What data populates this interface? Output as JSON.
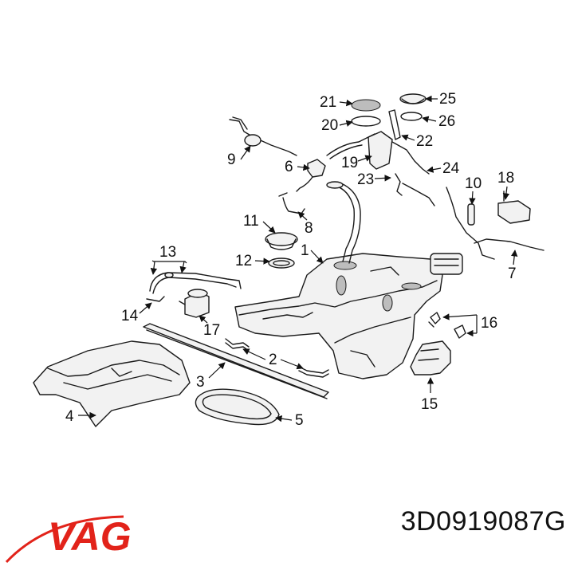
{
  "brand": {
    "logo_text": "VAG",
    "logo_color": "#e2231a"
  },
  "part_number": "3D0919087G",
  "callouts": [
    "1",
    "2",
    "3",
    "4",
    "5",
    "6",
    "7",
    "8",
    "9",
    "10",
    "11",
    "12",
    "13",
    "14",
    "15",
    "16",
    "17",
    "18",
    "19",
    "20",
    "21",
    "22",
    "23",
    "24",
    "25",
    "26"
  ]
}
